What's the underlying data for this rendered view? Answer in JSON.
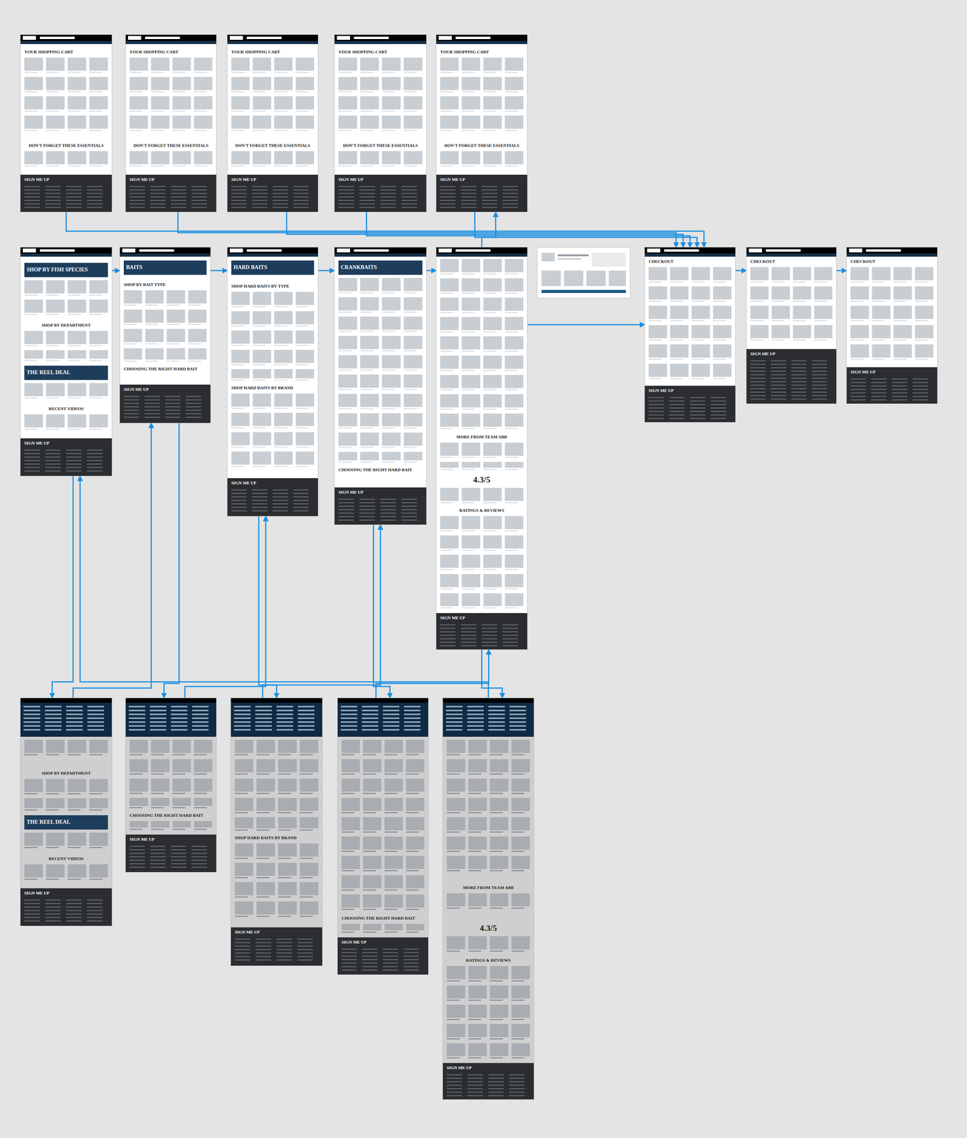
{
  "diagram": {
    "nodes": [
      {
        "text": [
          "YOUR SHOPPING CART",
          "DON'T FORGET THESE ESSENTIALS",
          "SIGN ME UP"
        ]
      },
      {
        "text": [
          "YOUR SHOPPING CART",
          "DON'T FORGET THESE ESSENTIALS",
          "SIGN ME UP"
        ]
      },
      {
        "text": [
          "YOUR SHOPPING CART",
          "DON'T FORGET THESE ESSENTIALS",
          "SIGN ME UP"
        ]
      },
      {
        "text": [
          "YOUR SHOPPING CART",
          "DON'T FORGET THESE ESSENTIALS",
          "SIGN ME UP"
        ]
      },
      {
        "text": [
          "YOUR SHOPPING CART",
          "DON'T FORGET THESE ESSENTIALS",
          "SIGN ME UP"
        ]
      },
      {
        "text": [
          "SHOP BY FISH SPECIES",
          "SHOP BY DEPARTMENT",
          "THE REEL DEAL",
          "RECENT VIDEOS",
          "SIGN ME UP"
        ]
      },
      {
        "text": [
          "BAITS",
          "SHOP BY BAIT TYPE",
          "CHOOSING THE RIGHT HARD BAIT",
          "SIGN ME UP"
        ]
      },
      {
        "text": [
          "HARD BAITS",
          "SHOP HARD BAITS BY TYPE",
          "SHOP HARD BAITS BY BRAND",
          "SIGN ME UP"
        ]
      },
      {
        "text": [
          "CRANKBAITS",
          "CHOOSING THE RIGHT HARD BAIT",
          "SIGN ME UP"
        ]
      },
      {
        "text": [
          "MORE FROM TEAM ABB",
          "4.3/5",
          "RATINGS & REVIEWS",
          "SIGN ME UP"
        ]
      },
      {
        "text": [
          "CHECKOUT",
          "SIGN ME UP"
        ]
      },
      {
        "text": [
          "CHECKOUT",
          "SIGN ME UP"
        ]
      },
      {
        "text": [
          "CHECKOUT",
          "SIGN ME UP"
        ]
      },
      {
        "text": [
          "SHOP BY DEPARTMENT",
          "THE REEL DEAL",
          "RECENT VIDEOS",
          "SIGN ME UP"
        ]
      },
      {
        "text": [
          "CHOOSING THE RIGHT HARD BAIT",
          "SIGN ME UP"
        ]
      },
      {
        "text": [
          "SHOP HARD BAITS BY BRAND",
          "SIGN ME UP"
        ]
      },
      {
        "text": [
          "CHOOSING THE RIGHT HARD BAIT",
          "SIGN ME UP"
        ]
      },
      {
        "text": [
          "MORE FROM TEAM ABB",
          "4.3/5",
          "RATINGS & REVIEWS",
          "SIGN ME UP"
        ]
      }
    ],
    "edges": [
      {
        "from": 5,
        "to": 6,
        "arrow": "to"
      },
      {
        "from": 6,
        "to": 7,
        "arrow": "to"
      },
      {
        "from": 7,
        "to": 8,
        "arrow": "to"
      },
      {
        "from": 8,
        "to": 9,
        "arrow": "to"
      },
      {
        "from": 9,
        "to": 10,
        "arrow": "to"
      },
      {
        "from": 10,
        "to": 11,
        "arrow": "to"
      },
      {
        "from": 11,
        "to": 12,
        "arrow": "to"
      },
      {
        "from": 0,
        "to": 10,
        "arrow": "to"
      },
      {
        "from": 1,
        "to": 10,
        "arrow": "to"
      },
      {
        "from": 2,
        "to": 10,
        "arrow": "to"
      },
      {
        "from": 3,
        "to": 10,
        "arrow": "to"
      },
      {
        "from": 4,
        "to": 10,
        "arrow": "to"
      },
      {
        "from": 9,
        "to": 4,
        "arrow": "to"
      },
      {
        "from": 5,
        "to": 13,
        "arrow": "to"
      },
      {
        "from": 6,
        "to": 14,
        "arrow": "to"
      },
      {
        "from": 7,
        "to": 15,
        "arrow": "to"
      },
      {
        "from": 8,
        "to": 16,
        "arrow": "to"
      },
      {
        "from": 9,
        "to": 17,
        "arrow": "to"
      },
      {
        "from": 13,
        "to": 6,
        "arrow": "to"
      },
      {
        "from": 14,
        "to": 7,
        "arrow": "to"
      },
      {
        "from": 15,
        "to": 8,
        "arrow": "to"
      },
      {
        "from": 16,
        "to": 9,
        "arrow": "to"
      },
      {
        "from": 17,
        "to": 5,
        "arrow": "to"
      }
    ]
  }
}
